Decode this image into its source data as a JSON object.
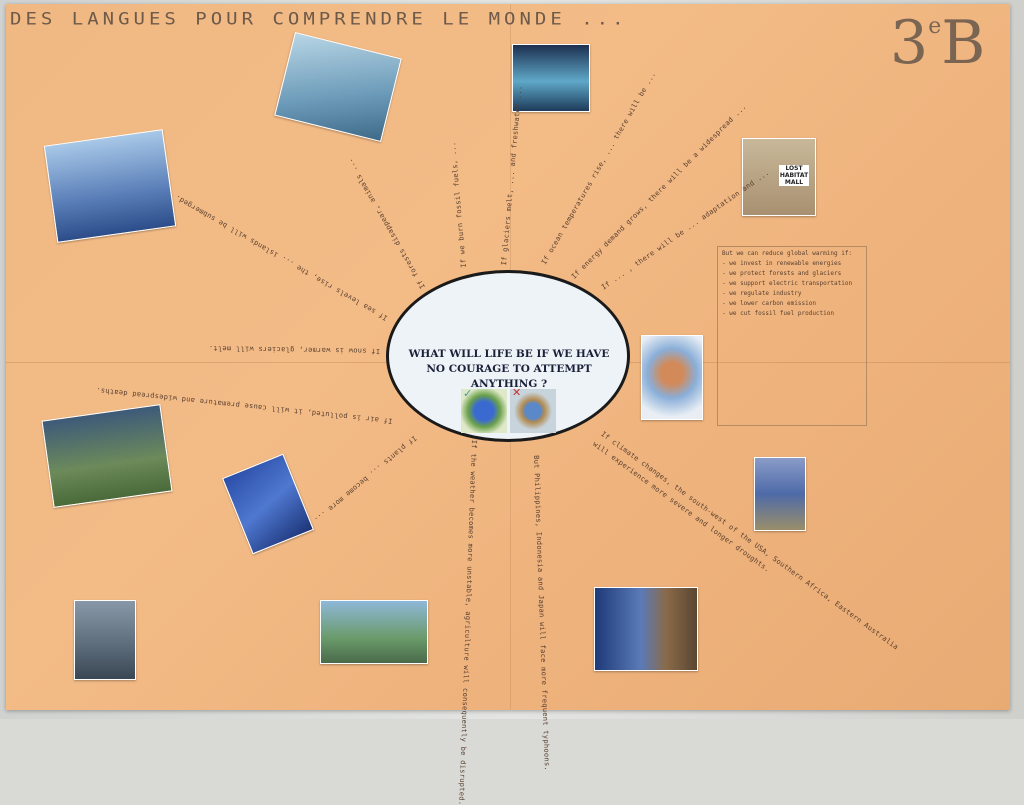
{
  "poster": {
    "title": "DES LANGUES POUR COMPRENDRE LE MONDE ...",
    "class_label": "3",
    "class_sup": "e",
    "class_letter": "B",
    "center_question": "WHAT WILL LIFE BE IF WE HAVE NO COURAGE TO ATTEMPT ANYTHING ?",
    "center_icons": [
      "check-icon",
      "cross-icon"
    ],
    "habitat_sign": "LOST HABITAT MALL",
    "rays": [
      "If sea levels rise, the ... islands will be submerged.",
      "If snow is warmer, glaciers will melt.",
      "If air is polluted, it will cause premature and widespread deaths.",
      "If plants ... become more ...",
      "If the weather becomes more unstable, agriculture will consequently be disrupted.",
      "But Philippines, Indonesia and Japan will face more frequent typhoons.",
      "If climate changes, the south-west of the USA, Southern Africa, Eastern Australia",
      "will experience more severe and longer droughts.",
      "If ocean temperatures rise, ... there will be ...",
      "If energy demand grows, there will be a widespread ...",
      "If ... , there will be ... adaptation and ...",
      "If glaciers melt, ... and freshwater ...",
      "If we burn fossil fuels, ...",
      "If forests disappear, animals ..."
    ],
    "solutions": {
      "heading": "But we can reduce global warming if:",
      "items": [
        "we invest in renewable energies",
        "we protect forests and glaciers",
        "we support electric transportation",
        "we regulate industry",
        "we lower carbon emission",
        "we cut fossil fuel production"
      ]
    }
  }
}
